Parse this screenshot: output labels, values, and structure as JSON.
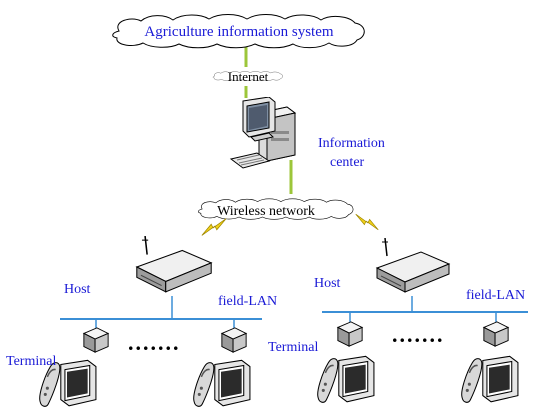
{
  "labels": {
    "system": "Agriculture information system",
    "internet": "Internet",
    "info_center_line1": "Information",
    "info_center_line2": "center",
    "wireless": "Wireless network",
    "host_left": "Host",
    "host_right": "Host",
    "fieldlan_left": "field-LAN",
    "fieldlan_right": "field-LAN",
    "terminal_left": "Terminal",
    "terminal_right": "Terminal",
    "dots_left": ".......",
    "dots_right": "......."
  },
  "colors": {
    "label_blue": "#1a1ad6",
    "uplink_green": "#9cc63a",
    "lan_blue": "#3b8fd6",
    "lightning": "#f2d21a",
    "outline": "#000000"
  },
  "icons": {
    "cloud": "cloud-icon",
    "pc": "desktop-computer-icon",
    "router": "wireless-router-icon",
    "node": "network-node-icon",
    "terminal": "handheld-terminal-icon",
    "lightning": "lightning-bolt-icon"
  }
}
